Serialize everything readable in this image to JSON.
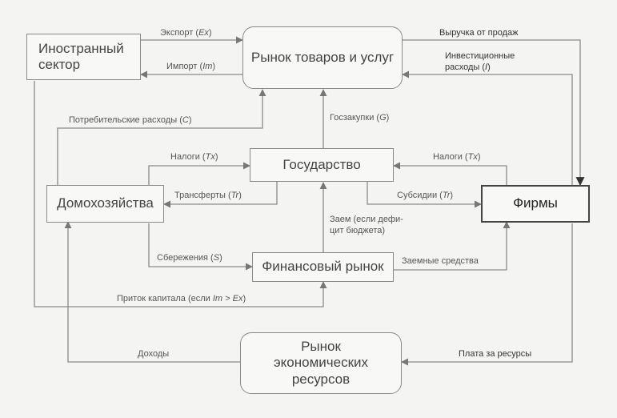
{
  "nodes": {
    "foreign": "Иностранный сектор",
    "goods_market": "Рынок товаров и услуг",
    "government": "Государство",
    "households": "Домохозяйства",
    "firms": "Фирмы",
    "financial_market": "Финансовый рынок",
    "resource_market": "Рынок экономических ресурсов"
  },
  "flows": {
    "export": {
      "text": "Экспорт (",
      "var": "Ex",
      "close": ")"
    },
    "import": {
      "text": "Импорт (",
      "var": "Im",
      "close": ")"
    },
    "sales_revenue": {
      "text": "Выручка от продаж"
    },
    "investment": {
      "text": "Инвестиционные\nрасходы (",
      "var": "I",
      "close": ")"
    },
    "consumption": {
      "text": "Потребительские расходы (",
      "var": "C",
      "close": ")"
    },
    "gov_purchases": {
      "text": "Госзакупки (",
      "var": "G",
      "close": ")"
    },
    "taxes_households": {
      "text": "Налоги (",
      "var": "Tx",
      "close": ")"
    },
    "taxes_firms": {
      "text": "Налоги (",
      "var": "Tx",
      "close": ")"
    },
    "transfers": {
      "text": "Трансферты (",
      "var": "Tr",
      "close": ")"
    },
    "subsidies": {
      "text": "Субсидии (",
      "var": "Tr",
      "close": ")"
    },
    "loan": {
      "text": "Заем (если дефи-\nцит бюджета)"
    },
    "savings": {
      "text": "Сбережения (",
      "var": "S",
      "close": ")"
    },
    "borrowed_funds": {
      "text": "Заемные средства"
    },
    "capital_inflow": {
      "text": "Приток капитала (если ",
      "var": "Im > Ex",
      "close": ")"
    },
    "incomes": {
      "text": "Доходы"
    },
    "resource_payment": {
      "text": "Плата за ресурсы"
    }
  }
}
